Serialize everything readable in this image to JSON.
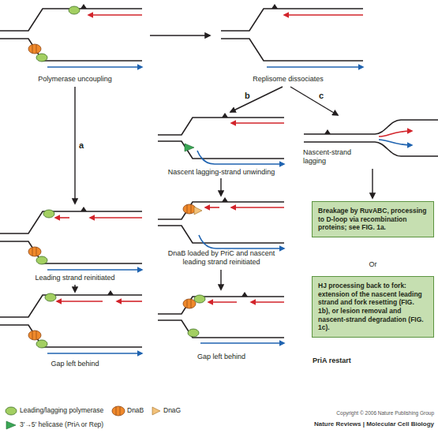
{
  "diagram": {
    "nodes": [
      {
        "text": [
          "Breakage by RuvABC, processing to D-loop via recombination proteins; see FIG. 1a."
        ]
      },
      {
        "text": [
          "HJ processing back to fork: extension of the nascent leading strand and fork resetting (FIG. 1b), or lesion removal and nascent-strand degradation (FIG. 1c)."
        ]
      }
    ],
    "labels": [
      "Polymerase uncoupling",
      "Replisome dissociates",
      "a",
      "b",
      "c",
      "Nascent lagging-strand unwinding",
      "Nascent-strand lagging",
      "Leading strand reinitiated",
      "DnaB loaded by PriC and nascent leading strand reinitiated",
      "Or",
      "Gap left behind",
      "Gap left behind",
      "PriA restart",
      "Copyright © 2006 Nature Publishing Group",
      "Nature Reviews | Molecular Cell Biology"
    ],
    "legend": [
      {
        "text": "Leading/lagging polymerase"
      },
      {
        "text": "DnaB"
      },
      {
        "text": "DnaG"
      },
      {
        "text": "3′→5′ helicase (PriA or Rep)"
      }
    ]
  }
}
